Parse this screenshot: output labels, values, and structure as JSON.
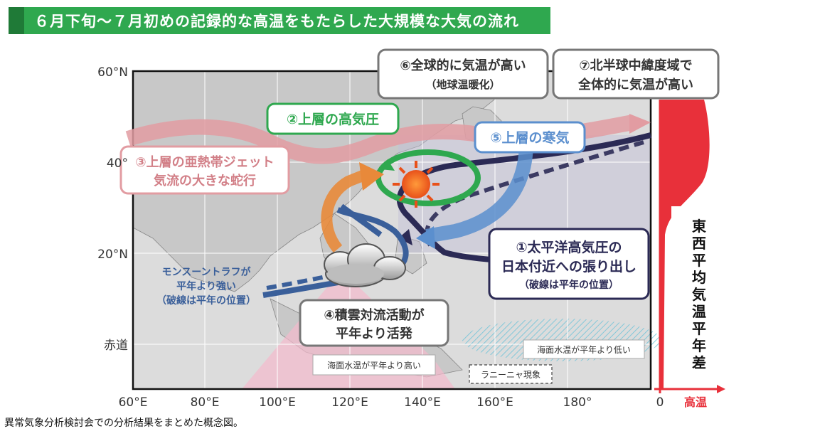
{
  "title": "６月下旬～７月初めの記録的な高温をもたらした大規模な大気の流れ",
  "caption": "異常気象分析検討会での分析結果をまとめた概念図。",
  "axes": {
    "y_labels": [
      "60°N",
      "40°",
      "20°N",
      "赤道"
    ],
    "x_labels": [
      "60°E",
      "80°E",
      "100°E",
      "120°E",
      "140°E",
      "160°E",
      "180°"
    ]
  },
  "boxes": {
    "global_warm": {
      "line1": "⑥全球的に気温が高い",
      "line2": "（地球温暖化）"
    },
    "nh_warm": {
      "line1": "⑦北半球中緯度域で",
      "line2": "全体的に気温が高い"
    },
    "upper_high": {
      "line1": "②上層の高気圧"
    },
    "upper_cold": {
      "line1": "⑤上層の寒気"
    },
    "jet": {
      "line1": "③上層の亜熱帯ジェット",
      "line2": "気流の大きな蛇行"
    },
    "pacific_high": {
      "line1": "①太平洋高気圧の",
      "line2": "日本付近への張り出し",
      "line3": "（破線は平年の位置）"
    },
    "convection": {
      "line1": "④積雲対流活動が",
      "line2": "平年より活発"
    },
    "monsoon": {
      "line1": "モンスーントラフが",
      "line2": "平年より強い",
      "line3": "（破線は平年の位置）"
    },
    "sst_high": "海面水温が平年より高い",
    "sst_low": "海面水温が平年より低い",
    "la_nina": "ラニーニャ現象"
  },
  "side_bar": {
    "vertical_label": [
      "東",
      "西",
      "平",
      "均",
      "気",
      "温",
      "平",
      "年",
      "差"
    ],
    "zero_label": "0",
    "warm_label": "高温"
  },
  "colors": {
    "title_bg": "#2fa84f",
    "green": "#2fa84f",
    "blue": "#4a86c8",
    "navy": "#2b2a55",
    "pink": "#e29ca2",
    "orange": "#e8893a",
    "red": "#e8303a",
    "gray": "#777777"
  }
}
